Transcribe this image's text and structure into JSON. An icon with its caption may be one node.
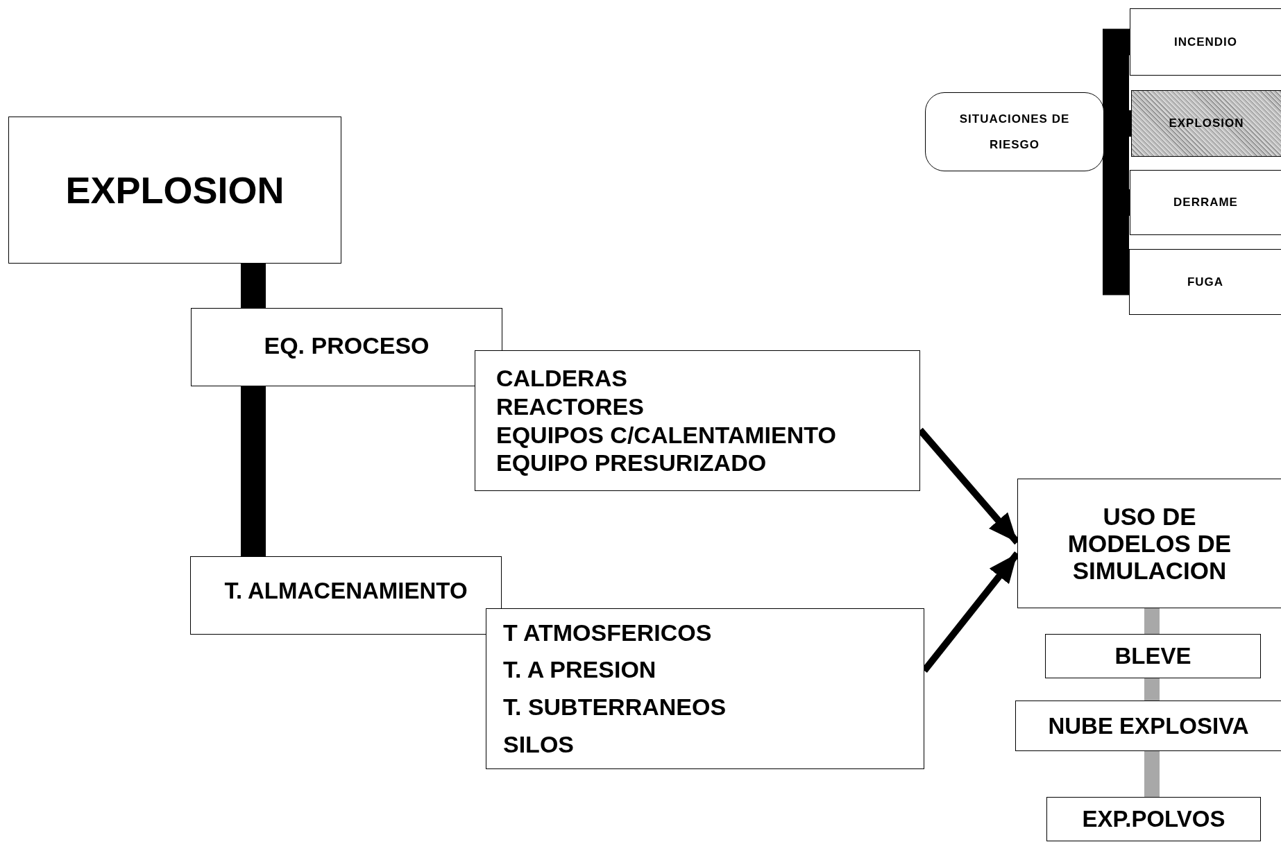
{
  "diagram": {
    "nodes": [
      {
        "text": [
          "EXPLOSION"
        ]
      },
      {
        "text": [
          "SITUACIONES DE RIESGO"
        ]
      },
      {
        "text": [
          "INCENDIO"
        ]
      },
      {
        "text": [
          "EXPLOSION"
        ]
      },
      {
        "text": [
          "DERRAME"
        ]
      },
      {
        "text": [
          "FUGA"
        ]
      },
      {
        "text": [
          "EQ. PROCESO"
        ]
      },
      {
        "text": [
          "CALDERAS",
          "REACTORES",
          "EQUIPOS C/CALENTAMIENTO",
          "EQUIPO PRESURIZADO"
        ]
      },
      {
        "text": [
          "T. ALMACENAMIENTO"
        ]
      },
      {
        "text": [
          "T ATMOSFERICOS",
          "T. A PRESION",
          "T. SUBTERRANEOS",
          "SILOS"
        ]
      },
      {
        "text": [
          "USO DE MODELOS DE SIMULACION"
        ]
      },
      {
        "text": [
          "BLEVE"
        ]
      },
      {
        "text": [
          "NUBE EXPLOSIVA"
        ]
      },
      {
        "text": [
          "EXP.POLVOS"
        ]
      }
    ],
    "edges": [
      {
        "from": 0,
        "to": 6,
        "arrow": "none"
      },
      {
        "from": 6,
        "to": 8,
        "arrow": "none"
      },
      {
        "from": 1,
        "to": 2,
        "arrow": "none"
      },
      {
        "from": 1,
        "to": 3,
        "arrow": "none"
      },
      {
        "from": 1,
        "to": 4,
        "arrow": "none"
      },
      {
        "from": 1,
        "to": 5,
        "arrow": "none"
      },
      {
        "from": 7,
        "to": 10,
        "arrow": "to"
      },
      {
        "from": 9,
        "to": 10,
        "arrow": "to"
      },
      {
        "from": 10,
        "to": 11,
        "arrow": "none",
        "color": "#a8a8a8"
      },
      {
        "from": 11,
        "to": 12,
        "arrow": "none",
        "color": "#a8a8a8"
      },
      {
        "from": 12,
        "to": 13,
        "arrow": "none",
        "color": "#a8a8a8"
      }
    ]
  }
}
